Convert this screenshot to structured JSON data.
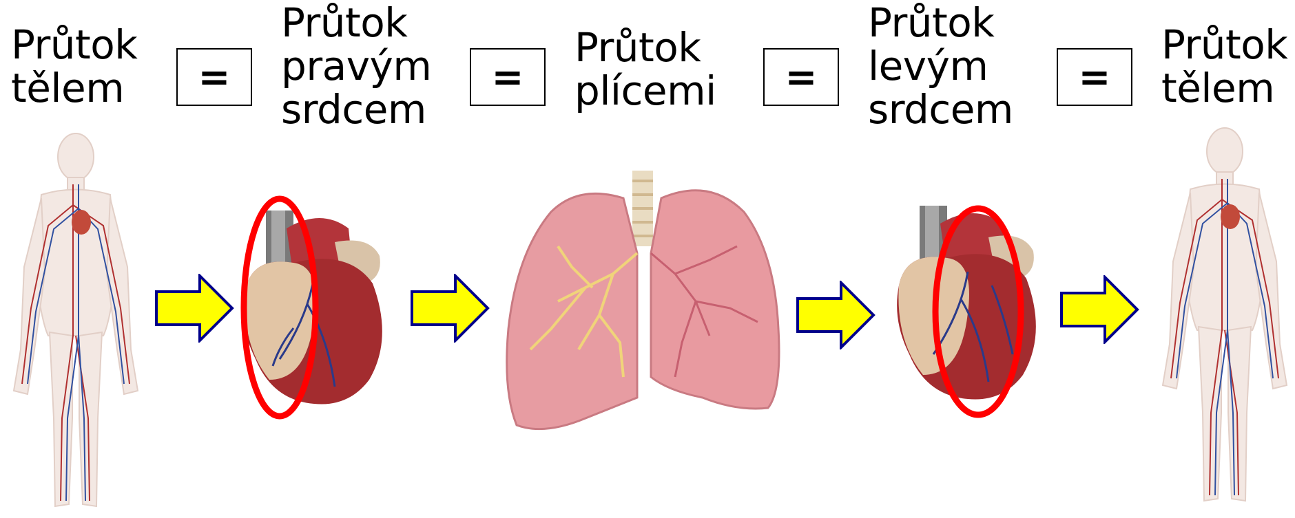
{
  "labels": {
    "body_left": {
      "line1": "Průtok",
      "line2": "tělem"
    },
    "right_heart": {
      "line1": "Průtok",
      "line2": "pravým",
      "line3": "srdcem"
    },
    "lungs": {
      "line1": "Průtok",
      "line2": "plícemi"
    },
    "left_heart": {
      "line1": "Průtok",
      "line2": "levým",
      "line3": "srdcem"
    },
    "body_right": {
      "line1": "Průtok",
      "line2": "tělem"
    }
  },
  "equals": [
    "=",
    "=",
    "=",
    "="
  ],
  "colors": {
    "arrow_fill": "#ffff00",
    "arrow_stroke": "#00008b",
    "highlight_ellipse": "#ff0000",
    "heart_muscle": "#a8282c",
    "lung_pink": "#e89aa0",
    "body_outline": "#e8d9d2"
  },
  "icons": [
    "human-body-circulation-icon",
    "heart-icon",
    "lungs-icon",
    "flow-arrow-icon"
  ]
}
